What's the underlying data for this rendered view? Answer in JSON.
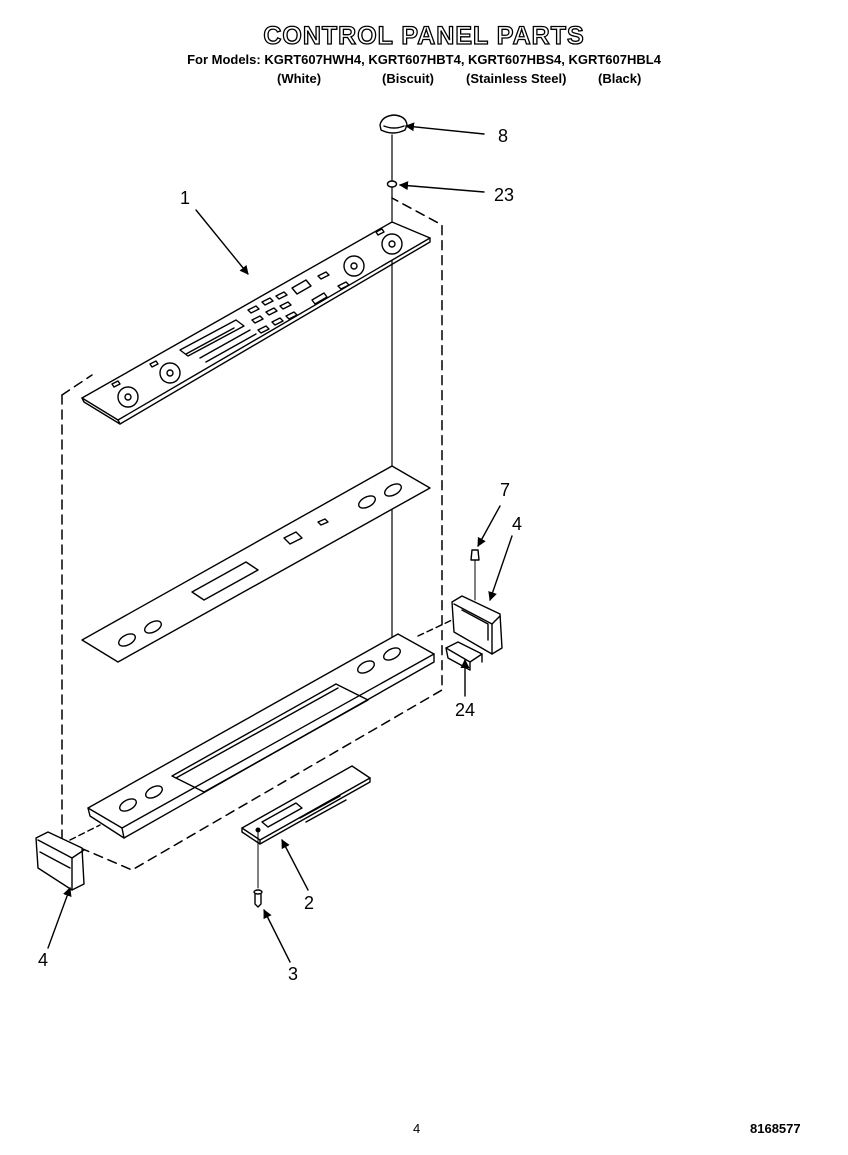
{
  "header": {
    "title": "CONTROL PANEL PARTS",
    "models_line": "For Models: KGRT607HWH4, KGRT607HBT4, KGRT607HBS4, KGRT607HBL4",
    "finishes": [
      "(White)",
      "(Biscuit)",
      "(Stainless Steel)",
      "(Black)"
    ]
  },
  "callouts": {
    "part_1": "1",
    "part_2": "2",
    "part_3": "3",
    "part_4_left": "4",
    "part_4_right": "4",
    "part_7": "7",
    "part_8": "8",
    "part_23": "23",
    "part_24": "24"
  },
  "footer": {
    "page_number": "4",
    "doc_number": "8168577"
  },
  "colors": {
    "line": "#000000",
    "background": "#ffffff"
  }
}
